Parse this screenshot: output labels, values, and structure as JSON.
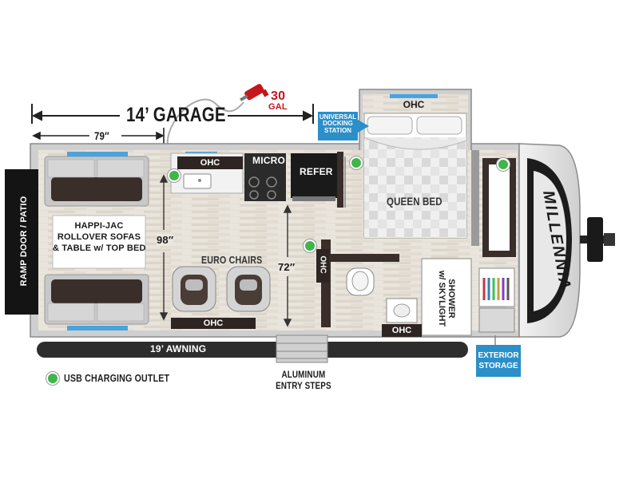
{
  "garage": {
    "label": "14’ GARAGE"
  },
  "fuel": {
    "amount": "30",
    "unit": "GAL"
  },
  "dimensions": {
    "width_79": "79″",
    "height_98": "98″",
    "height_72": "72″"
  },
  "docking": {
    "line1": "UNIVERSAL",
    "line2": "DOCKING",
    "line3": "STATION"
  },
  "rooms": {
    "ramp_door": "RAMP DOOR / PATIO",
    "sofas_line1": "HAPPI-JAC",
    "sofas_line2": "ROLLOVER SOFAS",
    "sofas_line3": "& TABLE w/ TOP BED",
    "euro_chairs": "EURO CHAIRS",
    "queen_bed": "QUEEN BED",
    "shower_line1": "SHOWER",
    "shower_line2": "w/ SKYLIGHT"
  },
  "appliances": {
    "micro": "MICRO",
    "refer": "REFER"
  },
  "ohc": {
    "label": "OHC"
  },
  "awning": {
    "label": "19’ AWNING"
  },
  "legend": {
    "usb": "USB CHARGING OUTLET"
  },
  "steps": {
    "line1": "ALUMINUM",
    "line2": "ENTRY STEPS"
  },
  "exterior": {
    "line1": "EXTERIOR",
    "line2": "STORAGE"
  },
  "brand": {
    "logo": "MILLENNIA"
  },
  "colors": {
    "usb_dot": "#3fb54a",
    "tag_blue": "#2b8fc9",
    "fuel_red": "#c4161c",
    "cabinet": "#2e2522"
  }
}
